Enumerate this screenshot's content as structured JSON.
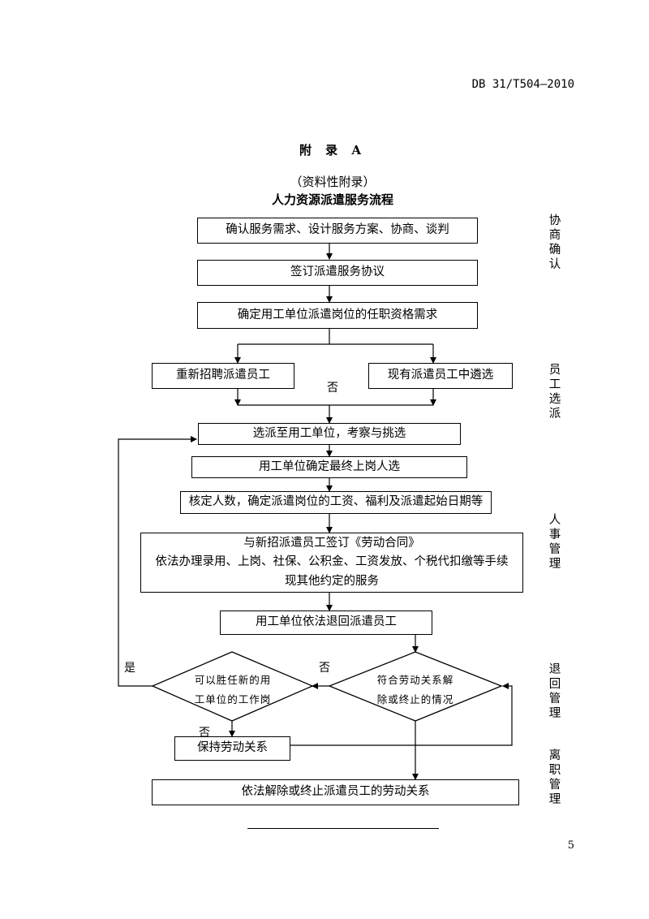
{
  "header": {
    "standard_code": "DB 31/T504—2010"
  },
  "titles": {
    "annex": "附 录 A",
    "annex_type": "（资料性附录）",
    "flow_title": "人力资源派遣服务流程"
  },
  "steps": {
    "confirm_needs": "确认服务需求、设计服务方案、协商、谈判",
    "sign_agreement": "签订派遣服务协议",
    "determine_requirements": "确定用工单位派遣岗位的任职资格需求",
    "recruit_new": "重新招聘派遣员工",
    "select_existing": "现有派遣员工中遴选",
    "dispatch_to_unit": "选派至用工单位，考察与挑选",
    "unit_determines": "用工单位确定最终上岗人选",
    "verify_headcount": "核定人数，确定派遣岗位的工资、福利及派遣起始日期等",
    "contract_line1": "与新招派遣员工签订《劳动合同》",
    "contract_line2": "依法办理录用、上岗、社保、公积金、工资发放、个税代扣缴等手续",
    "contract_line3": "现其他约定的服务",
    "return_employee": "用工单位依法退回派遣员工",
    "keep_relation": "保持劳动关系",
    "terminate_relation": "依法解除或终止派遣员工的劳动关系"
  },
  "decisions": {
    "terminate_condition_line1": "符合劳动关系解",
    "terminate_condition_line2": "除或终止的情况",
    "new_unit_line1": "可以胜任新的用",
    "new_unit_line2": "工单位的工作岗"
  },
  "branch_labels": {
    "no_selection": "否",
    "yes_left": "是",
    "no_middle": "否",
    "no_bottom": "否"
  },
  "phases": {
    "negotiation": "协商确认",
    "staff_selection": "员工选派",
    "personnel_management": "人事管理",
    "return_management": "退回管理",
    "exit_management": "离职管理"
  },
  "footer": {
    "page_number": "5"
  }
}
